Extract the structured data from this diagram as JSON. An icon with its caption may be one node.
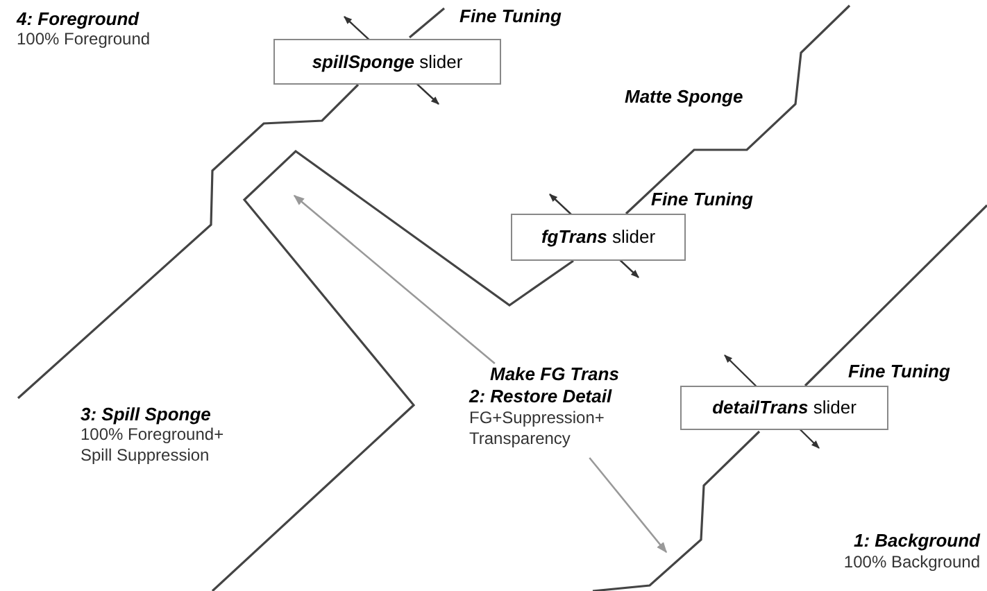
{
  "diagram": {
    "nodes": [
      {
        "text": [
          "**spillSponge** slider"
        ]
      },
      {
        "text": [
          "**fgTrans** slider"
        ]
      },
      {
        "text": [
          "**detailTrans** slider"
        ]
      },
      {
        "text": [
          "Make FG Trans",
          "2: Restore Detail",
          "FG+Suppression+ Transparency"
        ]
      }
    ],
    "edges": [
      {
        "from": 3,
        "to": null,
        "arrow": "to"
      },
      {
        "from": 3,
        "to": null,
        "arrow": "to"
      }
    ],
    "labels": [
      "4: Foreground",
      "100% Foreground",
      "Fine Tuning",
      "Matte Sponge",
      "Fine Tuning",
      "Fine Tuning",
      "3: Spill Sponge",
      "100% Foreground+ Spill Suppression",
      "1: Background",
      "100% Background"
    ]
  }
}
